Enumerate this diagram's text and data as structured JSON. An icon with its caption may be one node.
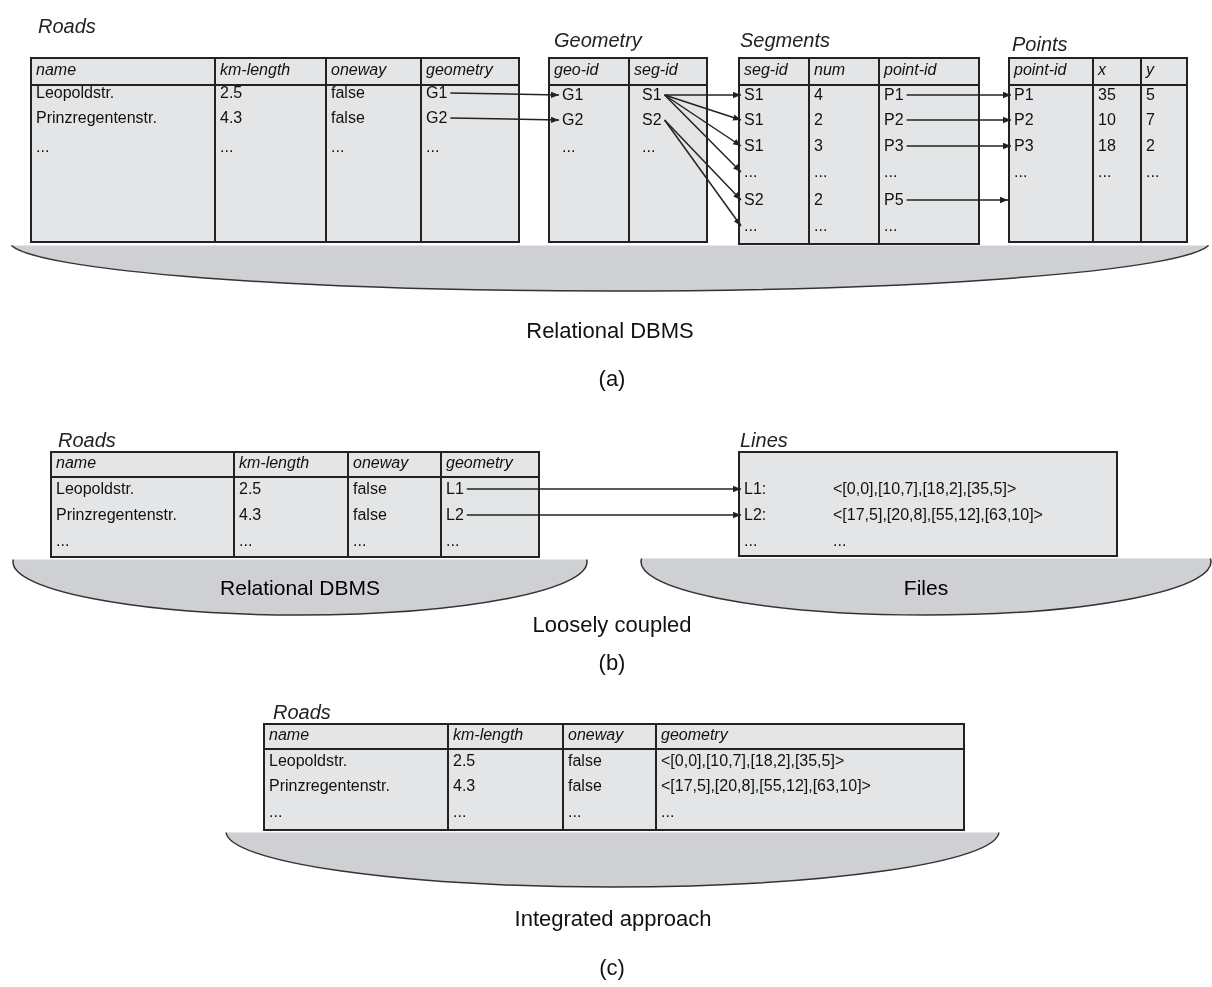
{
  "diagram": {
    "nodes": [
      {
        "text": [
          "Roads"
        ]
      },
      {
        "text": [
          "name"
        ],
        "in": 0
      },
      {
        "text": [
          "km-length"
        ],
        "in": 0
      },
      {
        "text": [
          "oneway"
        ],
        "in": 0
      },
      {
        "text": [
          "geometry"
        ],
        "in": 0
      },
      {
        "text": [
          "Leopoldstr."
        ],
        "in": 0
      },
      {
        "text": [
          "2.5"
        ],
        "in": 0
      },
      {
        "text": [
          "false"
        ],
        "in": 0
      },
      {
        "text": [
          "G1"
        ],
        "in": 0
      },
      {
        "text": [
          "Prinzregentenstr."
        ],
        "in": 0
      },
      {
        "text": [
          "4.3"
        ],
        "in": 0
      },
      {
        "text": [
          "false"
        ],
        "in": 0
      },
      {
        "text": [
          "G2"
        ],
        "in": 0
      },
      {
        "text": [
          "..."
        ],
        "in": 0
      },
      {
        "text": [
          "..."
        ],
        "in": 0
      },
      {
        "text": [
          "..."
        ],
        "in": 0
      },
      {
        "text": [
          "..."
        ],
        "in": 0
      },
      {
        "text": [
          "Geometry"
        ]
      },
      {
        "text": [
          "geo-id"
        ],
        "in": 17
      },
      {
        "text": [
          "seg-id"
        ],
        "in": 17
      },
      {
        "text": [
          "G1"
        ],
        "in": 17
      },
      {
        "text": [
          "S1"
        ],
        "in": 17
      },
      {
        "text": [
          "G2"
        ],
        "in": 17
      },
      {
        "text": [
          "S2"
        ],
        "in": 17
      },
      {
        "text": [
          "..."
        ],
        "in": 17
      },
      {
        "text": [
          "..."
        ],
        "in": 17
      },
      {
        "text": [
          "Segments"
        ]
      },
      {
        "text": [
          "seg-id"
        ],
        "in": 26
      },
      {
        "text": [
          "num"
        ],
        "in": 26
      },
      {
        "text": [
          "point-id"
        ],
        "in": 26
      },
      {
        "text": [
          "S1"
        ],
        "in": 26
      },
      {
        "text": [
          "4"
        ],
        "in": 26
      },
      {
        "text": [
          "P1"
        ],
        "in": 26
      },
      {
        "text": [
          "S1"
        ],
        "in": 26
      },
      {
        "text": [
          "2"
        ],
        "in": 26
      },
      {
        "text": [
          "P2"
        ],
        "in": 26
      },
      {
        "text": [
          "S1"
        ],
        "in": 26
      },
      {
        "text": [
          "3"
        ],
        "in": 26
      },
      {
        "text": [
          "P3"
        ],
        "in": 26
      },
      {
        "text": [
          "..."
        ],
        "in": 26
      },
      {
        "text": [
          "..."
        ],
        "in": 26
      },
      {
        "text": [
          "..."
        ],
        "in": 26
      },
      {
        "text": [
          "S2"
        ],
        "in": 26
      },
      {
        "text": [
          "2"
        ],
        "in": 26
      },
      {
        "text": [
          "P5"
        ],
        "in": 26
      },
      {
        "text": [
          "..."
        ],
        "in": 26
      },
      {
        "text": [
          "..."
        ],
        "in": 26
      },
      {
        "text": [
          "..."
        ],
        "in": 26
      },
      {
        "text": [
          "Points"
        ]
      },
      {
        "text": [
          "point-id"
        ],
        "in": 48
      },
      {
        "text": [
          "x"
        ],
        "in": 48
      },
      {
        "text": [
          "y"
        ],
        "in": 48
      },
      {
        "text": [
          "P1"
        ],
        "in": 48
      },
      {
        "text": [
          "35"
        ],
        "in": 48
      },
      {
        "text": [
          "5"
        ],
        "in": 48
      },
      {
        "text": [
          "P2"
        ],
        "in": 48
      },
      {
        "text": [
          "10"
        ],
        "in": 48
      },
      {
        "text": [
          "7"
        ],
        "in": 48
      },
      {
        "text": [
          "P3"
        ],
        "in": 48
      },
      {
        "text": [
          "18"
        ],
        "in": 48
      },
      {
        "text": [
          "2"
        ],
        "in": 48
      },
      {
        "text": [
          "..."
        ],
        "in": 48
      },
      {
        "text": [
          "..."
        ],
        "in": 48
      },
      {
        "text": [
          "..."
        ],
        "in": 48
      },
      {
        "text": [],
        "shape": "ellipse",
        "beside": [
          "Relational DBMS"
        ]
      },
      {
        "text": [
          "Roads"
        ]
      },
      {
        "text": [
          "name"
        ],
        "in": 65
      },
      {
        "text": [
          "km-length"
        ],
        "in": 65
      },
      {
        "text": [
          "oneway"
        ],
        "in": 65
      },
      {
        "text": [
          "geometry"
        ],
        "in": 65
      },
      {
        "text": [
          "Leopoldstr."
        ],
        "in": 65
      },
      {
        "text": [
          "2.5"
        ],
        "in": 65
      },
      {
        "text": [
          "false"
        ],
        "in": 65
      },
      {
        "text": [
          "L1"
        ],
        "in": 65
      },
      {
        "text": [
          "Prinzregentenstr."
        ],
        "in": 65
      },
      {
        "text": [
          "4.3"
        ],
        "in": 65
      },
      {
        "text": [
          "false"
        ],
        "in": 65
      },
      {
        "text": [
          "L2"
        ],
        "in": 65
      },
      {
        "text": [
          "..."
        ],
        "in": 65
      },
      {
        "text": [
          "..."
        ],
        "in": 65
      },
      {
        "text": [
          "..."
        ],
        "in": 65
      },
      {
        "text": [
          "..."
        ],
        "in": 65
      },
      {
        "text": [
          "Lines"
        ]
      },
      {
        "text": [
          "L1:"
        ],
        "in": 82
      },
      {
        "text": [
          "<[0,0],[10,7],[18,2],[35,5]>"
        ],
        "in": 82
      },
      {
        "text": [
          "L2:"
        ],
        "in": 82
      },
      {
        "text": [
          "<[17,5],[20,8],[55,12],[63,10]>"
        ],
        "in": 82
      },
      {
        "text": [
          "..."
        ],
        "in": 82
      },
      {
        "text": [
          "..."
        ],
        "in": 82
      },
      {
        "text": [
          "Relational DBMS"
        ]
      },
      {
        "text": [
          "Files"
        ]
      },
      {
        "text": [
          "Roads"
        ]
      },
      {
        "text": [
          "name"
        ],
        "in": 91
      },
      {
        "text": [
          "km-length"
        ],
        "in": 91
      },
      {
        "text": [
          "oneway"
        ],
        "in": 91
      },
      {
        "text": [
          "geometry"
        ],
        "in": 91
      },
      {
        "text": [
          "Leopoldstr."
        ],
        "in": 91
      },
      {
        "text": [
          "2.5"
        ],
        "in": 91
      },
      {
        "text": [
          "false"
        ],
        "in": 91
      },
      {
        "text": [
          "<[0,0],[10,7],[18,2],[35,5]>"
        ],
        "in": 91
      },
      {
        "text": [
          "Prinzregentenstr."
        ],
        "in": 91
      },
      {
        "text": [
          "4.3"
        ],
        "in": 91
      },
      {
        "text": [
          "false"
        ],
        "in": 91
      },
      {
        "text": [
          "<[17,5],[20,8],[55,12],[63,10]>"
        ],
        "in": 91
      },
      {
        "text": [
          "..."
        ],
        "in": 91
      },
      {
        "text": [
          "..."
        ],
        "in": 91
      },
      {
        "text": [
          "..."
        ],
        "in": 91
      },
      {
        "text": [
          "..."
        ],
        "in": 91
      },
      {
        "text": [],
        "shape": "ellipse",
        "beside": [
          "Integrated approach"
        ]
      }
    ],
    "edges": [
      {
        "from": 8,
        "to": 20,
        "arrow": "to"
      },
      {
        "from": 12,
        "to": 22,
        "arrow": "to"
      },
      {
        "from": 21,
        "to": 30,
        "arrow": "to"
      },
      {
        "from": 21,
        "to": 33,
        "arrow": "to"
      },
      {
        "from": 21,
        "to": 36,
        "arrow": "to"
      },
      {
        "from": 21,
        "to": 39,
        "arrow": "to"
      },
      {
        "from": 23,
        "to": 42,
        "arrow": "to"
      },
      {
        "from": 23,
        "to": 45,
        "arrow": "to"
      },
      {
        "from": 32,
        "to": 52,
        "arrow": "to"
      },
      {
        "from": 35,
        "to": 55,
        "arrow": "to"
      },
      {
        "from": 38,
        "to": 58,
        "arrow": "to"
      },
      {
        "from": 44,
        "to": 48,
        "arrow": "to"
      },
      {
        "from": 73,
        "to": 83,
        "arrow": "to"
      },
      {
        "from": 77,
        "to": 85,
        "arrow": "to"
      }
    ],
    "labels": [
      "(a)",
      "Loosely coupled",
      "(b)",
      "(c)"
    ]
  }
}
